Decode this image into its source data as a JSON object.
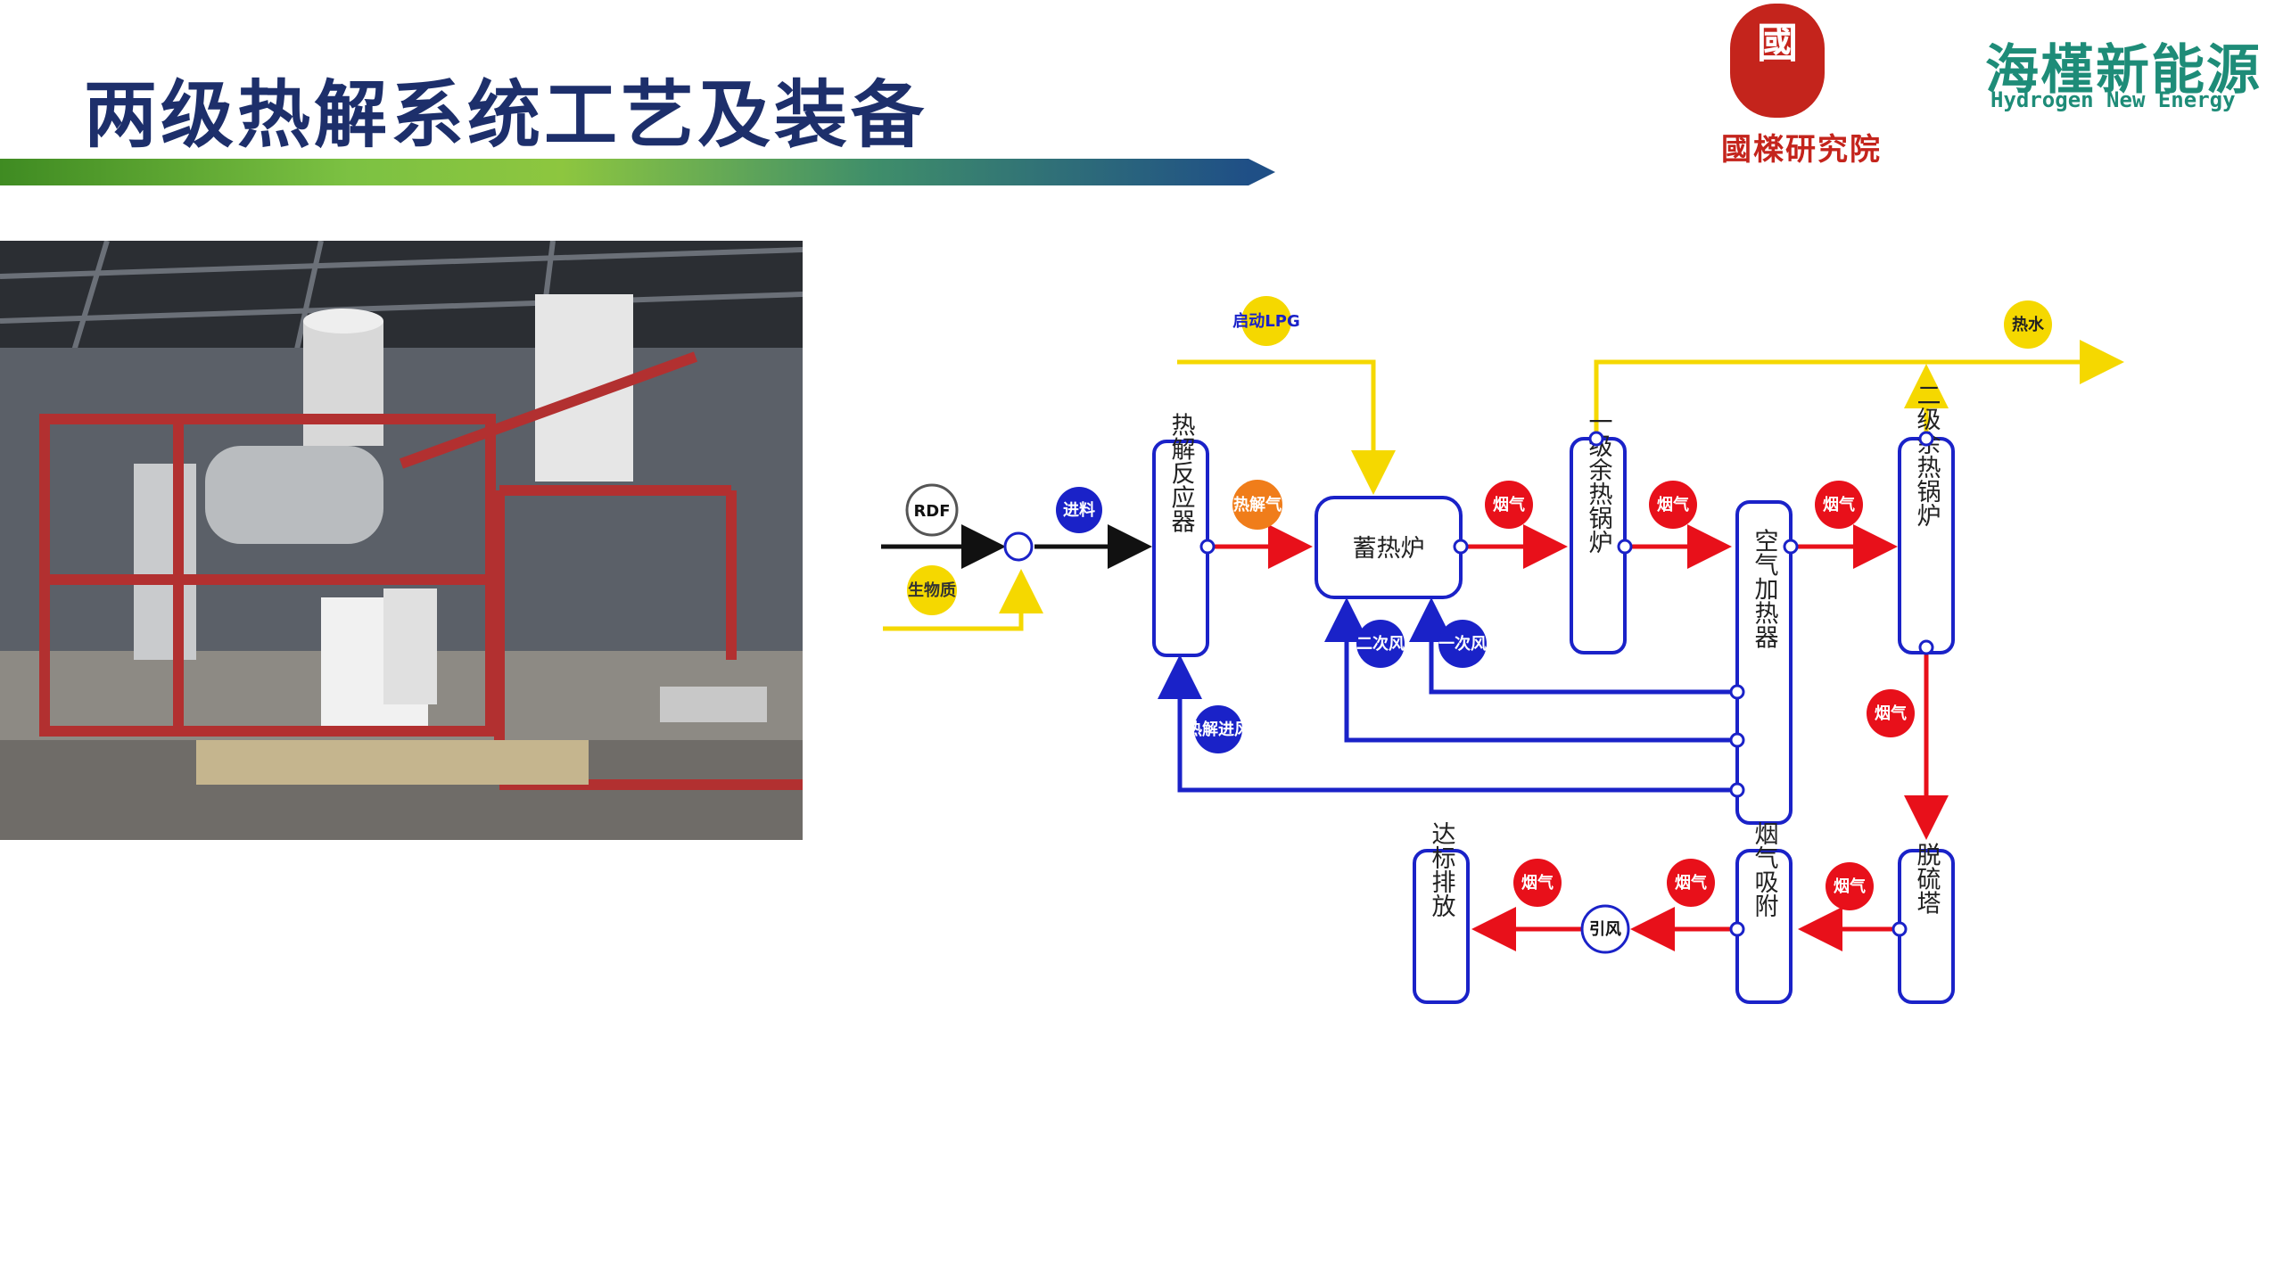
{
  "header": {
    "title": "两级热解系统工艺及装备",
    "seal_text": "國",
    "institute_name": "國檪研究院",
    "brand_cn": "海槿新能源",
    "brand_en": "Hydrogen New Energy"
  },
  "colors": {
    "title": "#1d2f6b",
    "gas_flow": "#e8101a",
    "air_flow": "#1a22c8",
    "fuel_flow": "#f5d800",
    "feed_flow": "#111111",
    "seal_red": "#c4241c",
    "brand_green": "#1e8c78"
  },
  "diagram": {
    "boxes": {
      "pyrolysis_reactor": "热解反应器",
      "regenerative_furnace": "蓄热炉",
      "waste_heat_boiler_1": "一级余热锅炉",
      "air_heater": "空气加热器",
      "waste_heat_boiler_2": "二级余热锅炉",
      "desulfurization_tower": "脱硫塔",
      "flue_gas_adsorption": "烟气吸附",
      "compliant_emission": "达标排放"
    },
    "tags": {
      "rdf": "RDF",
      "biomass": "生物质",
      "feed": "进料",
      "start_lpg": "启动LPG",
      "pyrolysis_gas": "热解气",
      "flue_gas": "烟气",
      "secondary_air": "二次风",
      "primary_air": "一次风",
      "pyrolysis_inlet_air": "热解进风",
      "hot_water": "热水",
      "induced_draft": "引风"
    }
  }
}
